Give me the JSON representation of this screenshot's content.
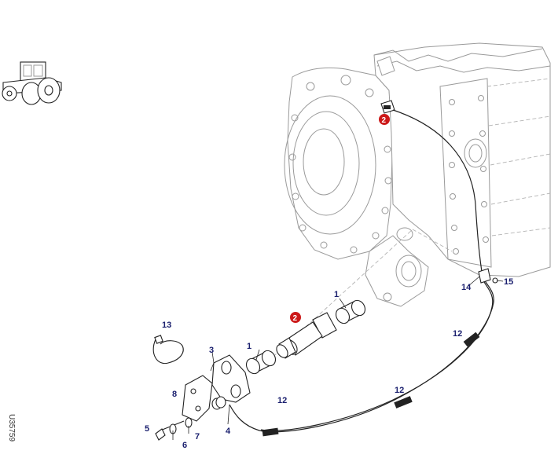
{
  "diagram": {
    "drawing_code": "U35759",
    "callouts": [
      {
        "id": "c1a",
        "text": "1"
      },
      {
        "id": "c1b",
        "text": "1"
      },
      {
        "id": "c2a",
        "text": "2"
      },
      {
        "id": "c2b",
        "text": "2"
      },
      {
        "id": "c3",
        "text": "3"
      },
      {
        "id": "c4",
        "text": "4"
      },
      {
        "id": "c5",
        "text": "5"
      },
      {
        "id": "c6",
        "text": "6"
      },
      {
        "id": "c7",
        "text": "7"
      },
      {
        "id": "c8",
        "text": "8"
      },
      {
        "id": "c12a",
        "text": "12"
      },
      {
        "id": "c12b",
        "text": "12"
      },
      {
        "id": "c12c",
        "text": "12"
      },
      {
        "id": "c13",
        "text": "13"
      },
      {
        "id": "c14",
        "text": "14"
      },
      {
        "id": "c15",
        "text": "15"
      }
    ],
    "colors": {
      "callout_text": "#1a1f6e",
      "badge_fill": "#cc1818",
      "line": "#222222",
      "ghost_line": "#9a9a9a"
    }
  }
}
